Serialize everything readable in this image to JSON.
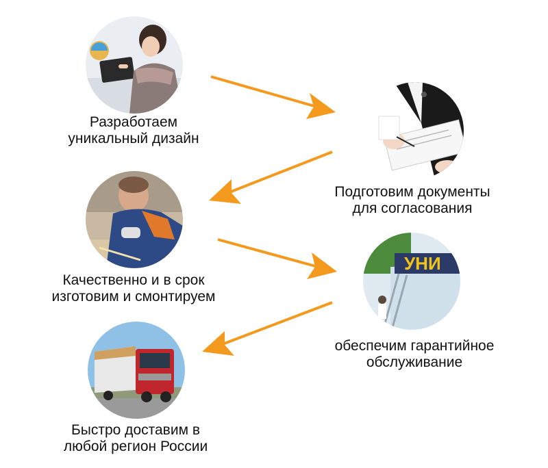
{
  "steps": [
    {
      "id": "design",
      "line1": "Разработаем",
      "line2": "уникальный дизайн"
    },
    {
      "id": "documents",
      "line1": "Подготовим документы",
      "line2": "для согласования"
    },
    {
      "id": "manufacture",
      "line1": "Качественно и в срок",
      "line2": "изготовим и смонтируем"
    },
    {
      "id": "warranty",
      "line1": "обеспечим гарантийное",
      "line2": "обслуживание"
    },
    {
      "id": "delivery",
      "line1": "Быстро доставим в",
      "line2": "любой регион России"
    }
  ],
  "sign_text": "УНИ",
  "colors": {
    "arrow": "#f39a1e",
    "text": "#111111",
    "truck": "#c0272d",
    "sign": "#f2c318"
  }
}
